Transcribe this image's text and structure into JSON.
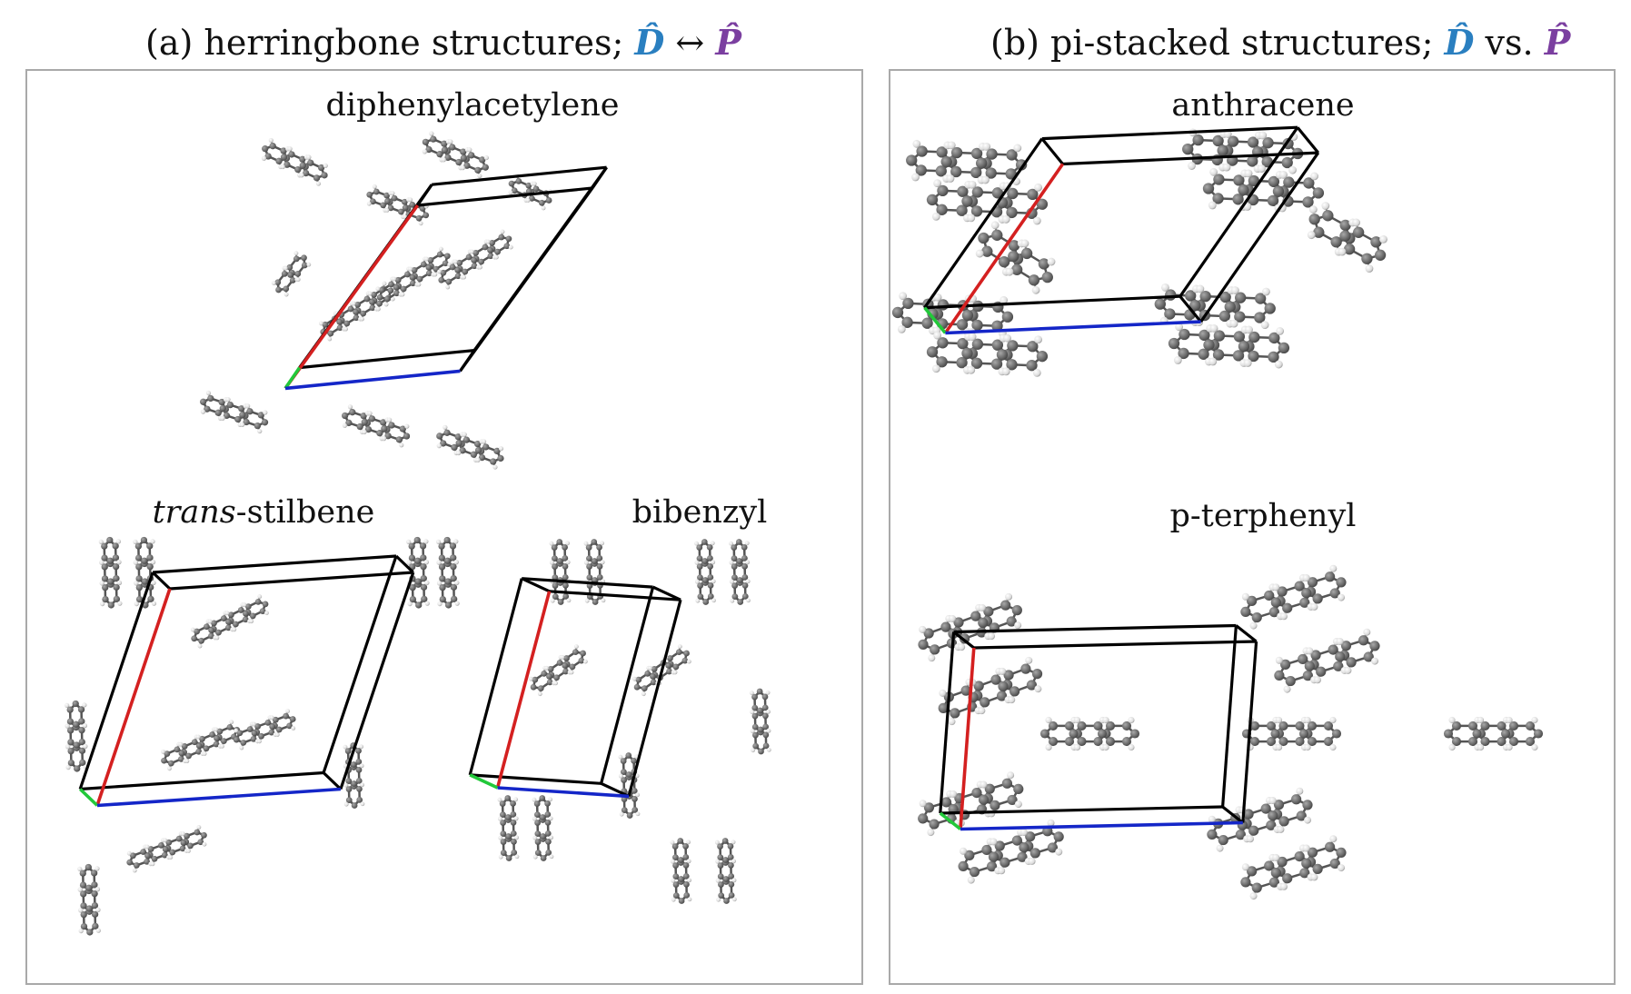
{
  "panels": {
    "a": {
      "heading_prefix": "(a) herringbone structures;",
      "sym_d": "D̂",
      "connector": "↔",
      "sym_p": "P̂",
      "structures": [
        {
          "name": "diphenylacetylene"
        },
        {
          "name_italic": "trans",
          "name_rest": "-stilbene"
        },
        {
          "name": "bibenzyl"
        }
      ]
    },
    "b": {
      "heading_prefix": "(b) pi-stacked structures;",
      "sym_d": "D̂",
      "connector": "vs.",
      "sym_p": "P̂",
      "structures": [
        {
          "name": "anthracene"
        },
        {
          "name": "p-terphenyl"
        }
      ]
    }
  },
  "colors": {
    "sym_d": "#2a7fc0",
    "sym_p": "#7b3fa0",
    "axis_a": "#d42020",
    "axis_b": "#22c83a",
    "axis_c": "#1426c8",
    "cell_edge": "#000000",
    "carbon": "#6e6e6e",
    "hydrogen": "#dcdcdc",
    "panel_border": "#a9a9a9"
  }
}
